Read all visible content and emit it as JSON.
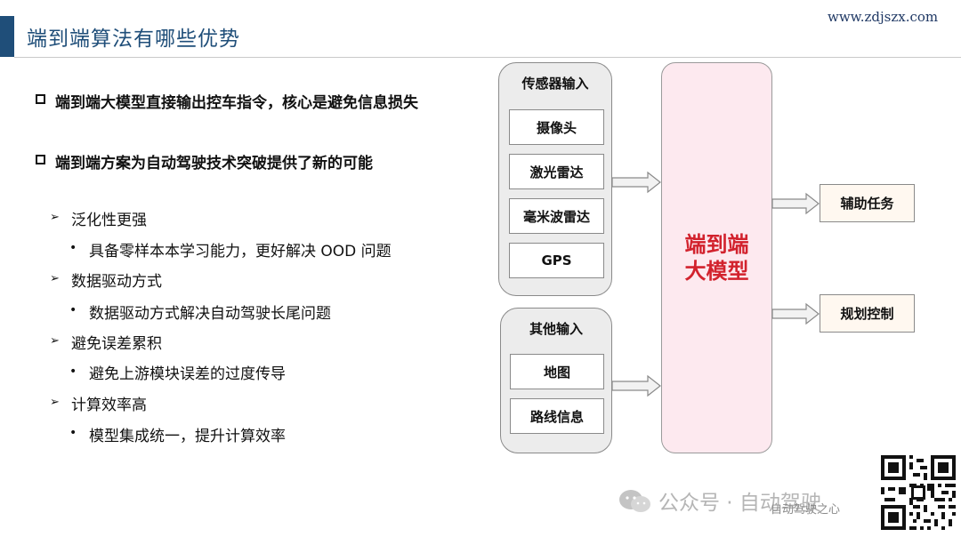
{
  "header": {
    "title": "端到端算法有哪些优势",
    "site": "www.zdjszx.com"
  },
  "points": [
    "端到端大模型直接输出控车指令，核心是避免信息损失",
    "端到端方案为自动驾驶技术突破提供了新的可能"
  ],
  "advantages": [
    {
      "title": "泛化性更强",
      "detail": "具备零样本本学习能力，更好解决 OOD 问题"
    },
    {
      "title": "数据驱动方式",
      "detail": "数据驱动方式解决自动驾驶长尾问题"
    },
    {
      "title": "避免误差累积",
      "detail": "避免上游模块误差的过度传导"
    },
    {
      "title": "计算效率高",
      "detail": "模型集成统一，提升计算效率"
    }
  ],
  "diagram": {
    "sensor_group": {
      "title": "传感器输入",
      "items": [
        "摄像头",
        "激光雷达",
        "毫米波雷达",
        "GPS"
      ]
    },
    "other_group": {
      "title": "其他输入",
      "items": [
        "地图",
        "路线信息"
      ]
    },
    "model": {
      "line1": "端到端",
      "line2": "大模型"
    },
    "outputs": [
      "辅助任务",
      "规划控制"
    ]
  },
  "watermark": {
    "main": "公众号 · 自动驾驶",
    "sub": "自动驾驶之心"
  }
}
